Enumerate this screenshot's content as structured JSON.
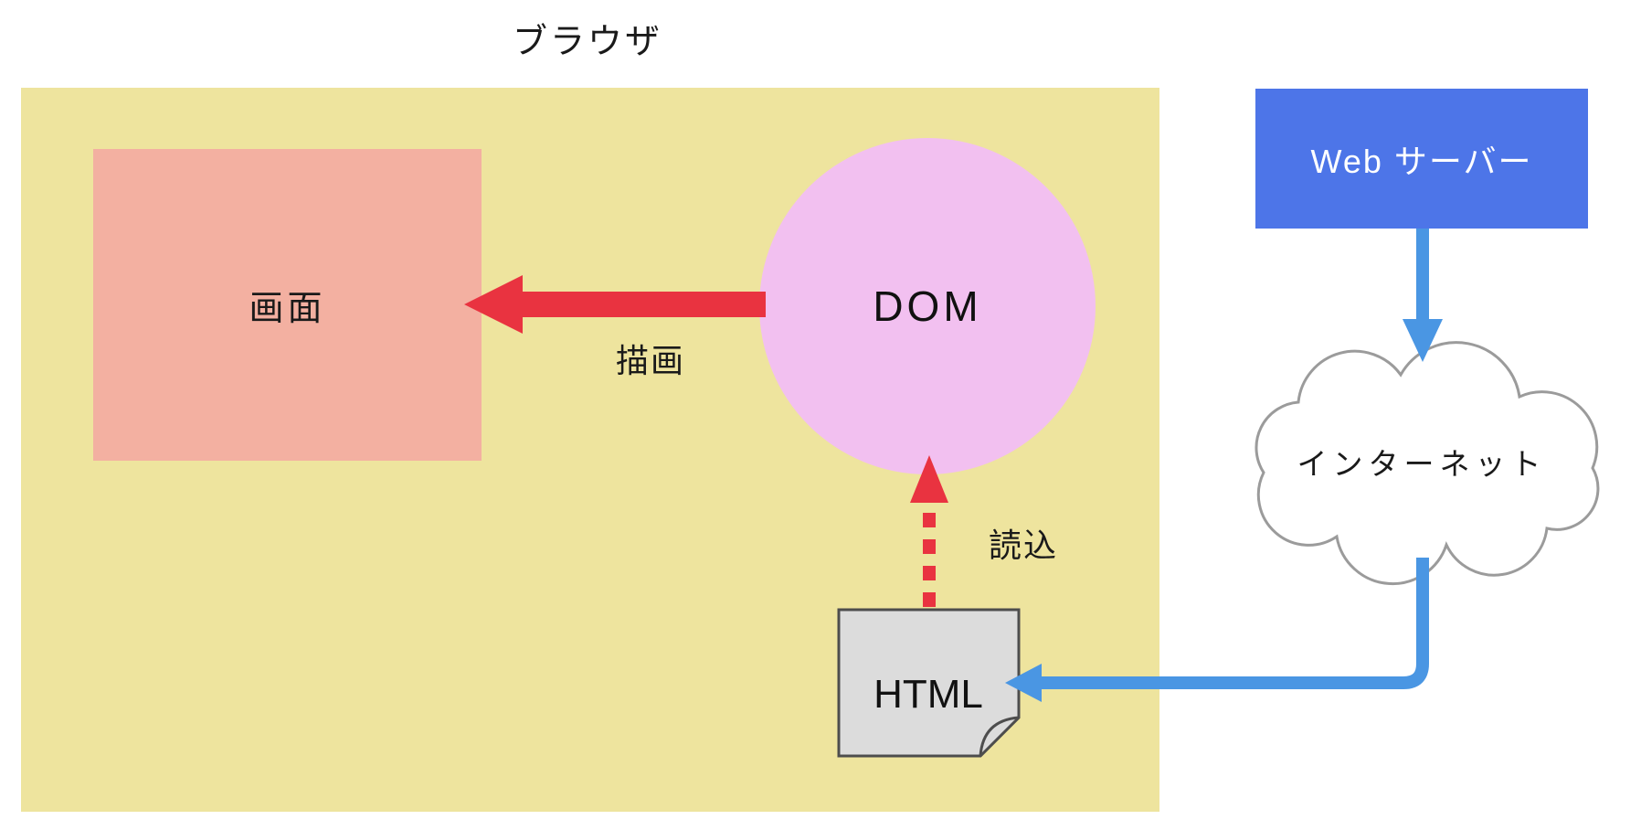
{
  "diagram": {
    "type": "browser-rendering-flow",
    "labels": {
      "browser": "ブラウザ",
      "screen": "画面",
      "dom": "DOM",
      "render_arrow": "描画",
      "load_arrow": "読込",
      "html_doc": "HTML",
      "web_server": "Web サーバー",
      "internet": "インターネット"
    },
    "colors": {
      "browser_bg": "#EEE49E",
      "screen_bg": "#F3B0A1",
      "dom_bg": "#F2C0F0",
      "red_arrow": "#E93340",
      "server_bg": "#4D75E8",
      "blue_arrow": "#4A96E3",
      "doc_bg": "#DCDCDC",
      "doc_border": "#4D4D4D",
      "cloud_fill": "#FFFFFF",
      "cloud_border": "#9B9B9B",
      "text": "#1A1A1A"
    },
    "relations": [
      {
        "from": "dom",
        "to": "screen",
        "label": "描画",
        "style": "solid-red"
      },
      {
        "from": "html_doc",
        "to": "dom",
        "label": "読込",
        "style": "dashed-red"
      },
      {
        "from": "web_server",
        "to": "internet",
        "style": "solid-blue"
      },
      {
        "from": "internet",
        "to": "html_doc",
        "style": "solid-blue-elbow"
      }
    ]
  }
}
